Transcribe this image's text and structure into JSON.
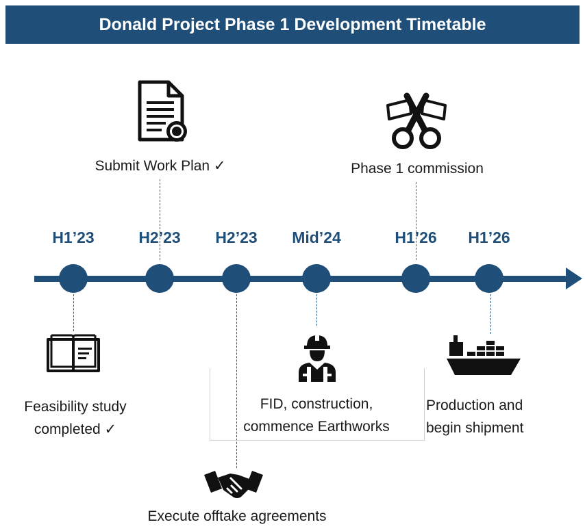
{
  "title": "Donald Project Phase 1 Development Timetable",
  "milestones": [
    {
      "label": "H1’23"
    },
    {
      "label": "H2’23"
    },
    {
      "label": "H2’23"
    },
    {
      "label": "Mid’24"
    },
    {
      "label": "H1’26"
    },
    {
      "label": "H1’26"
    }
  ],
  "events": {
    "submit_work_plan": "Submit Work Plan ✓",
    "phase1_commission": "Phase 1 commission",
    "feasibility_line1": "Feasibility study",
    "feasibility_line2": "completed ✓",
    "fid_line1": "FID, construction,",
    "fid_line2": "commence Earthworks",
    "production_line1": "Production and",
    "production_line2": "begin shipment",
    "offtake": "Execute offtake agreements"
  },
  "icons": {
    "document": "document-certificate-icon",
    "ribbon": "ribbon-cutting-scissors-icon",
    "book": "open-book-icon",
    "worker": "construction-worker-icon",
    "ship": "cargo-ship-icon",
    "handshake": "handshake-icon"
  },
  "colors": {
    "brand": "#1f4e79",
    "text": "#1a1a1a",
    "banner_text": "#ffffff"
  }
}
